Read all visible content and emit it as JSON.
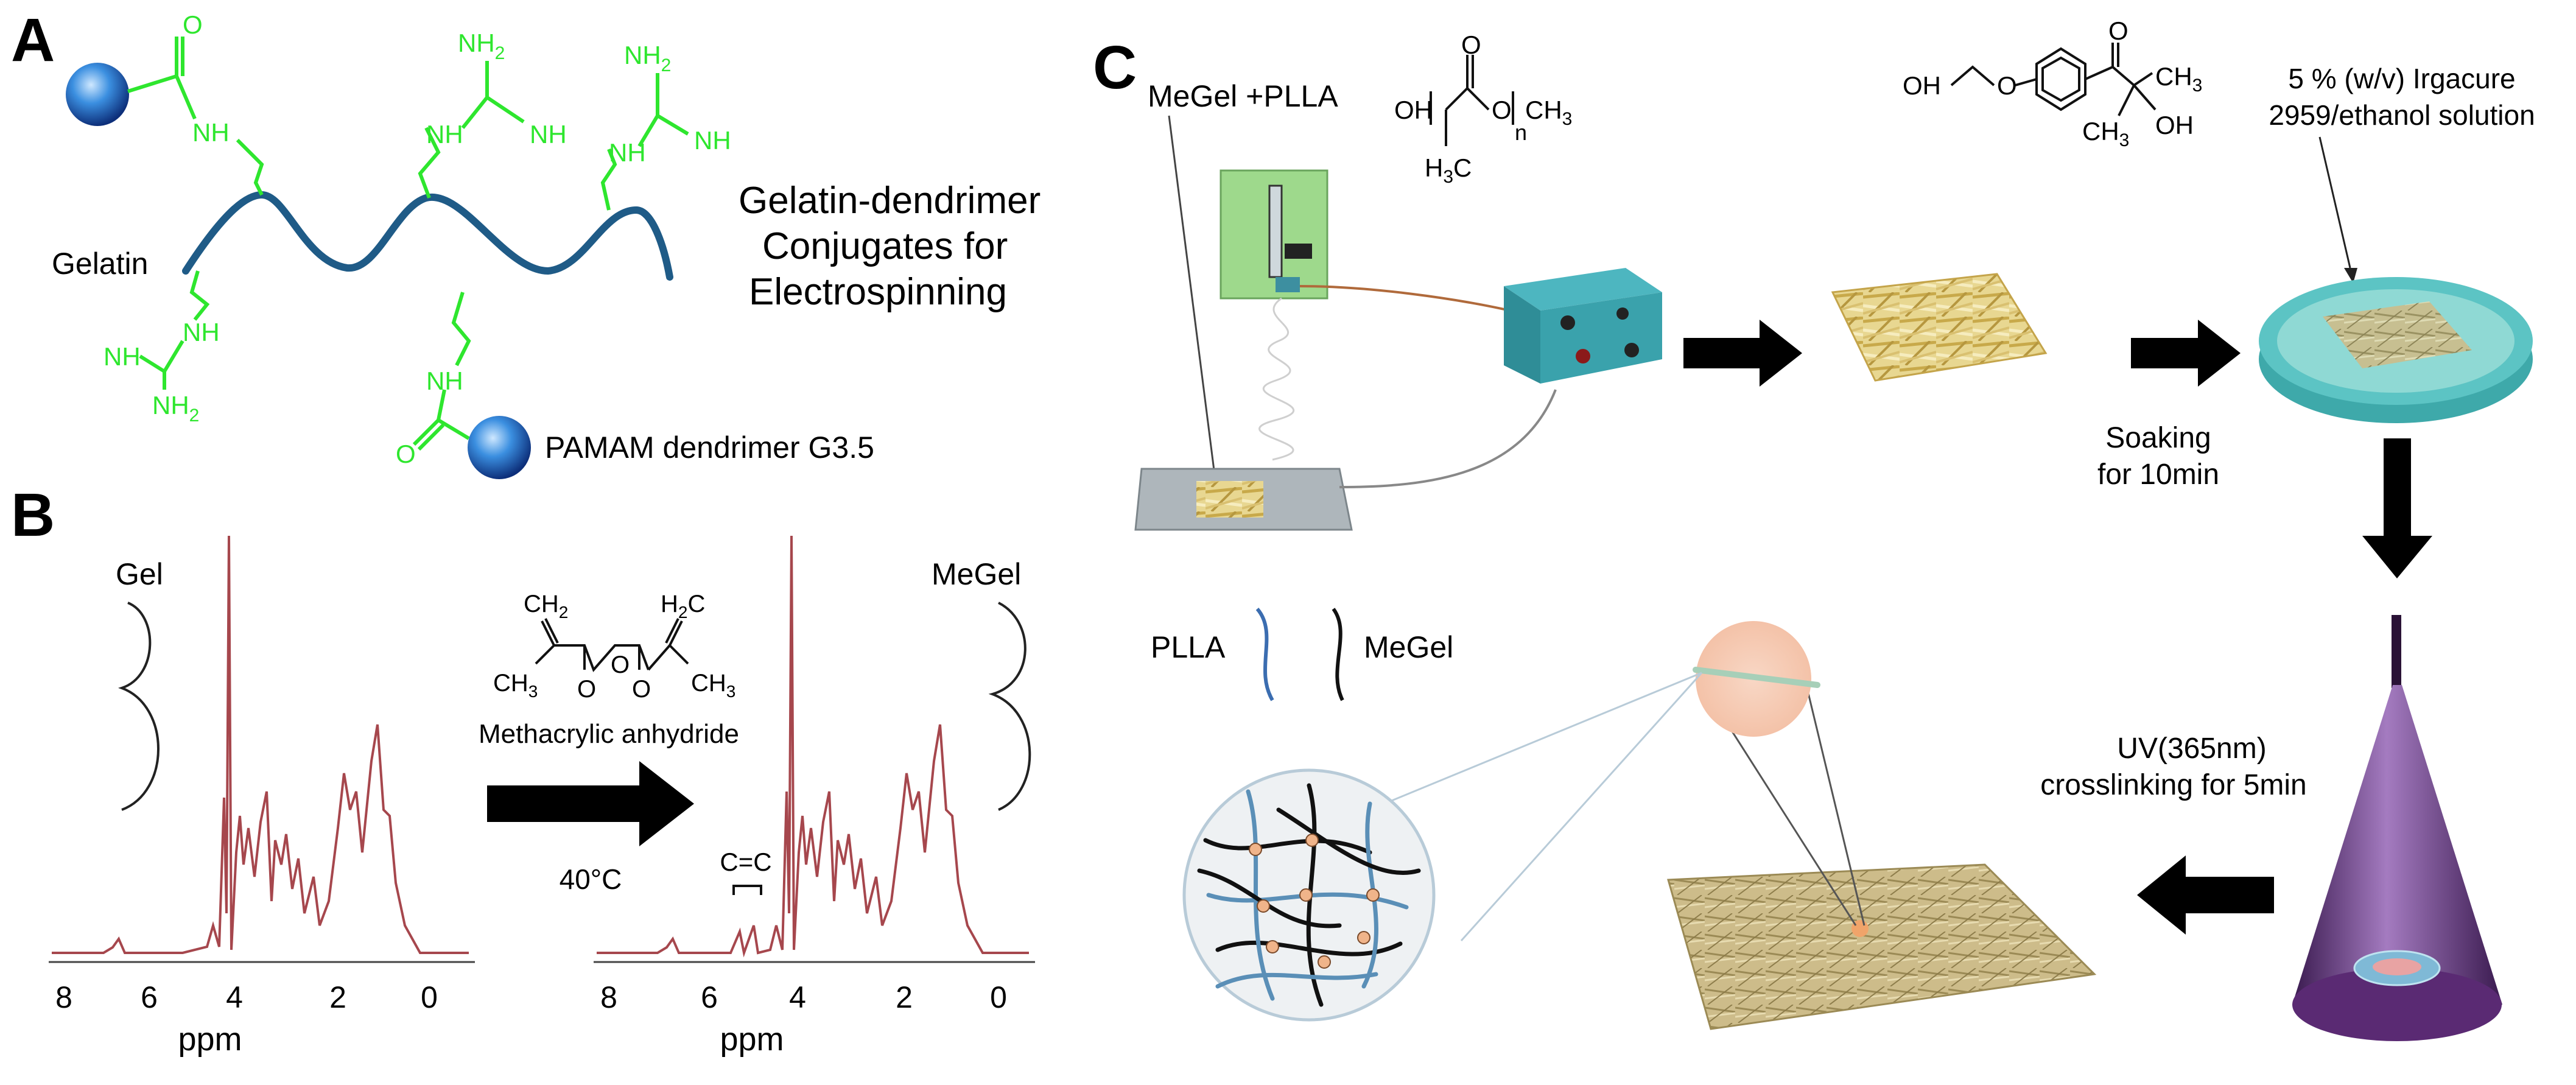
{
  "panel_a": {
    "letter": "A",
    "gelatin_label": "Gelatin",
    "title_lines": [
      "Gelatin-dendrimer",
      "Conjugates for",
      "Electrospinning"
    ],
    "dendrimer_label": "PAMAM dendrimer G3.5",
    "chem": {
      "nh2": "NH",
      "two": "2",
      "nh": "NH",
      "o": "O"
    }
  },
  "panel_b": {
    "letter": "B",
    "gel_label": "Gel",
    "megel_label": "MeGel",
    "reagent": "Methacrylic anhydride",
    "temperature": "40°C",
    "cc_label": "C=C",
    "axis": {
      "ticks": [
        "8",
        "6",
        "4",
        "2",
        "0"
      ],
      "unit": "ppm"
    },
    "reagent_atoms": {
      "ch2": "CH",
      "h2c": "H",
      "c": "C",
      "ch3": "CH",
      "three": "3",
      "o": "O"
    }
  },
  "panel_c": {
    "letter": "C",
    "megel_plla": "MeGel +PLLA",
    "plla_formula": {
      "oh": "OH",
      "ch3": "CH",
      "three": "3",
      "n": "n",
      "h3c": "H",
      "c": "C",
      "o": "O"
    },
    "irgacure_formula": {
      "oh": "OH",
      "o": "O",
      "ch3": "CH",
      "three": "3"
    },
    "irgacure_label_lines": [
      "5 % (w/v) Irgacure",
      "2959/ethanol solution"
    ],
    "soaking_lines": [
      "Soaking",
      "for 10min"
    ],
    "uv_lines": [
      "UV(365nm)",
      "crosslinking for 5min"
    ],
    "legend": {
      "plla": "PLLA",
      "megel": "MeGel"
    },
    "colors": {
      "plla_line": "#3b6db0",
      "megel_line": "#111111",
      "fiber": "#e3cf7a",
      "dish": "#5cc4c4",
      "device": "#2f8d97"
    }
  },
  "colors": {
    "green_chem": "#2ee62e",
    "backbone": "#1f5b87",
    "spectrum": "#a6474d",
    "arrow": "#000000"
  }
}
